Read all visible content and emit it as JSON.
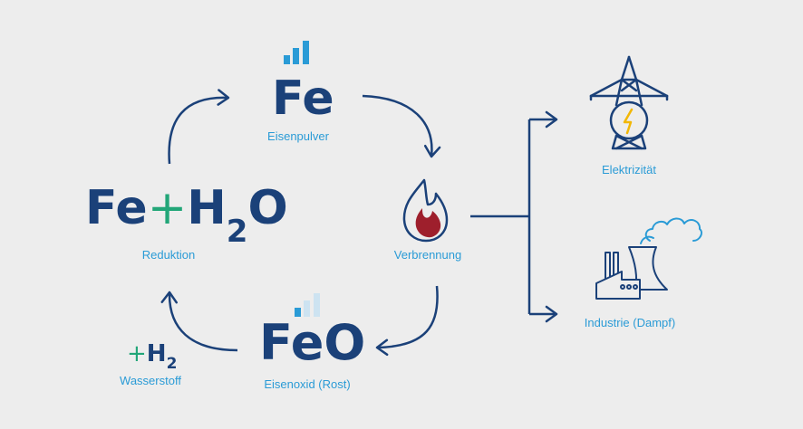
{
  "cycle": {
    "fe": {
      "formula": "Fe",
      "label": "Eisenpulver"
    },
    "combustion": {
      "label": "Verbrennung",
      "icon": "flame-icon"
    },
    "feo": {
      "formula": "FeO",
      "label": "Eisenoxid (Rost)"
    },
    "fe_h2o": {
      "part1": "Fe",
      "plus": "+",
      "part2": "H",
      "sub": "2",
      "part3": "O",
      "label": "Reduktion"
    },
    "hydrogen": {
      "plus": "+",
      "part1": "H",
      "sub": "2",
      "label": "Wasserstoff"
    }
  },
  "outputs": {
    "electricity": {
      "label": "Elektrizität",
      "icon": "power-pylon-icon"
    },
    "industry": {
      "label": "Industrie (Dampf)",
      "icon": "factory-steam-icon"
    }
  },
  "colors": {
    "background": "#ededed",
    "formula": "#1b4179",
    "label": "#2a9bd6",
    "arrow": "#1b4179",
    "plus": "#22a678",
    "flame_fill": "#9e1f2c",
    "bolt": "#f2b705",
    "icon_line": "#1b4179",
    "cloud": "#2a9bd6"
  }
}
